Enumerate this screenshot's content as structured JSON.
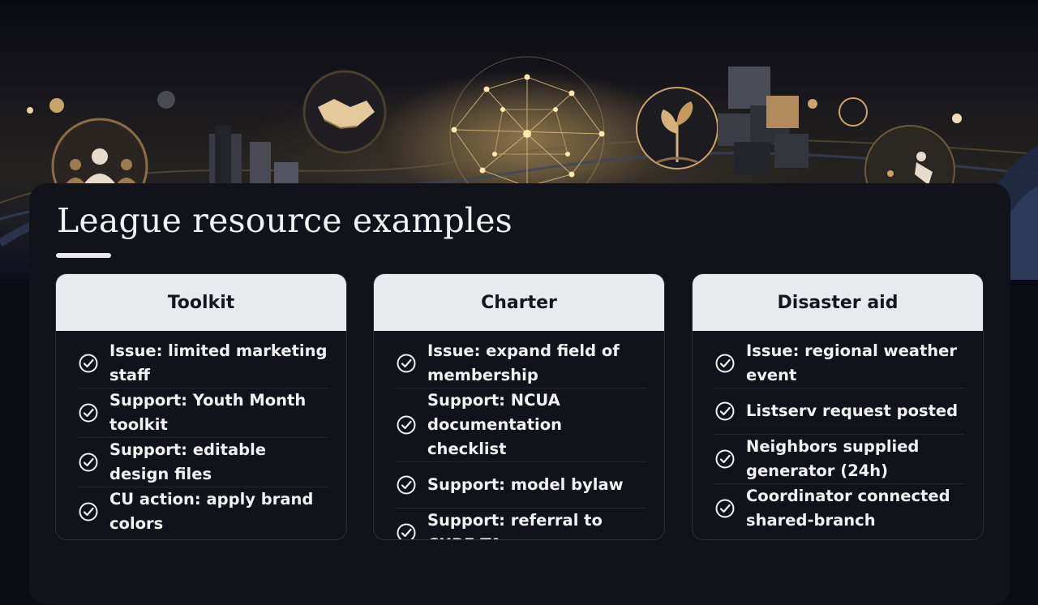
{
  "title": "League resource examples",
  "colors": {
    "panel": "#12121b",
    "card_header": "#e9eaee",
    "accent": "#d8b57a"
  },
  "banner_icons": [
    "people-icon",
    "city-skyline-icon",
    "handshake-icon",
    "network-globe-icon",
    "plant-icon",
    "cubes-icon",
    "worker-icon"
  ],
  "cards": [
    {
      "title": "Toolkit",
      "items": [
        "Issue: limited marketing staff",
        "Support: Youth Month toolkit",
        "Support: editable design files",
        "CU action: apply brand colors"
      ]
    },
    {
      "title": "Charter",
      "items": [
        "Issue: expand field of membership",
        "Support: NCUA documentation checklist",
        "Support: model bylaw",
        "Support: referral to CURE TA"
      ]
    },
    {
      "title": "Disaster aid",
      "items": [
        "Issue: regional weather event",
        "Listserv request posted",
        "Neighbors supplied generator (24h)",
        "Coordinator connected shared-branch"
      ]
    }
  ]
}
